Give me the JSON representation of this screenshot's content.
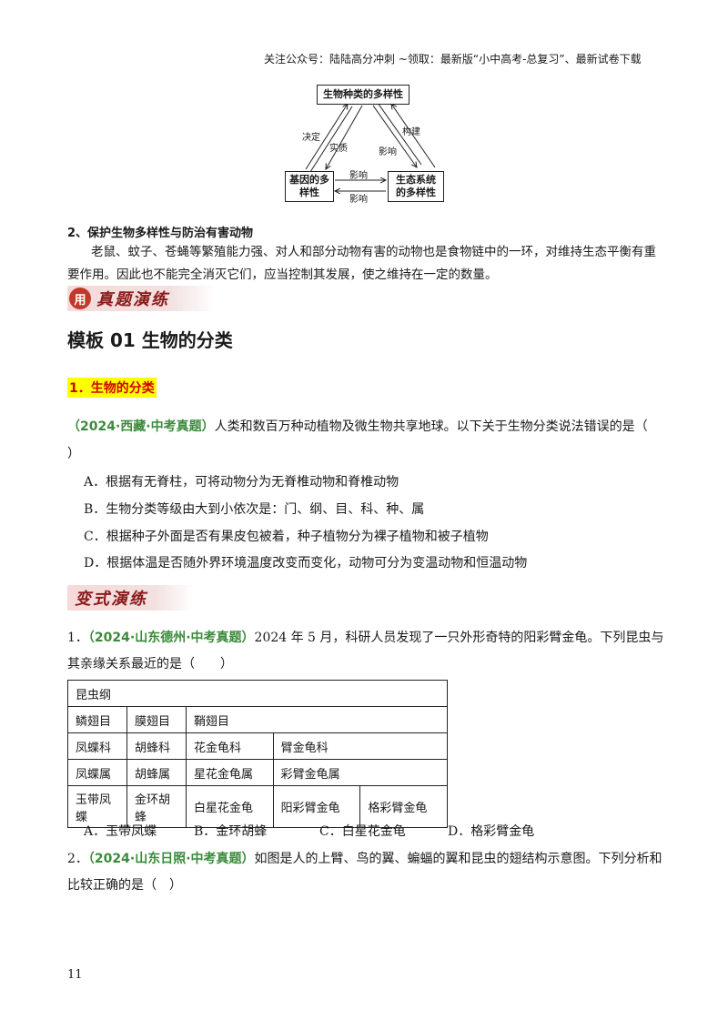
{
  "header": {
    "text": "关注公众号：陆陆高分冲刺 ~领取：最新版“小中高考-总复习”、最新试卷下载"
  },
  "diagram": {
    "top_box": "生物种类的多样性",
    "left_box": "基因的多样性",
    "right_box": "生态系统的多样性",
    "left_labels": [
      "决定",
      "实质"
    ],
    "right_labels": [
      "构建",
      "影响"
    ],
    "bottom_labels": [
      "影响",
      "影响"
    ]
  },
  "section2": {
    "title": "2、保护生物多样性与防治有害动物",
    "paragraph": "老鼠、蚊子、苍蝇等繁殖能力强、对人和部分动物有害的动物也是食物链中的一环，对维持生态平衡有重要作用。因此也不能完全消灭它们，应当控制其发展，使之维持在一定的数量。"
  },
  "banner1": {
    "icon": "用",
    "text": "真题演练"
  },
  "template_title": "模板 01 生物的分类",
  "subheading": "1．生物的分类",
  "q0": {
    "source": "（2024·西藏·中考真题）",
    "stem": "人类和数百万种动植物及微生物共享地球。以下关于生物分类说法错误的是（",
    "stem_end": "）",
    "options": [
      "A．根据有无脊柱，可将动物分为无脊椎动物和脊椎动物",
      "B．生物分类等级由大到小依次是：门、纲、目、科、种、属",
      "C．根据种子外面是否有果皮包被着，种子植物分为裸子植物和被子植物",
      "D．根据体温是否随外界环境温度改变而变化，动物可分为变温动物和恒温动物"
    ]
  },
  "banner2": {
    "text": "变式演练"
  },
  "q1": {
    "num": "1．",
    "source": "（2024·山东德州·中考真题）",
    "stem": "2024 年 5 月，科研人员发现了一只外形奇特的阳彩臂金龟。下列昆虫与其亲缘关系最近的是（　　）",
    "table": {
      "row1": "昆虫纲",
      "row2": [
        "鳞翅目",
        "膜翅目",
        "鞘翅目"
      ],
      "row3": [
        "凤蝶科",
        "胡蜂科",
        "花金龟科",
        "臂金龟科"
      ],
      "row4": [
        "凤蝶属",
        "胡蜂属",
        "星花金龟属",
        "彩臂金龟属"
      ],
      "row5": [
        "玉带凤蝶",
        "金环胡蜂",
        "白星花金龟",
        "阳彩臂金龟",
        "格彩臂金龟"
      ]
    },
    "options": [
      "A．玉带凤蝶",
      "B．金环胡蜂",
      "C．白星花金龟",
      "D．格彩臂金龟"
    ]
  },
  "q2": {
    "num": "2．",
    "source": "（2024·山东日照·中考真题）",
    "stem": "如图是人的上臂、鸟的翼、蝙蝠的翼和昆虫的翅结构示意图。下列分析和比较正确的是（　）"
  },
  "page_number": "11"
}
